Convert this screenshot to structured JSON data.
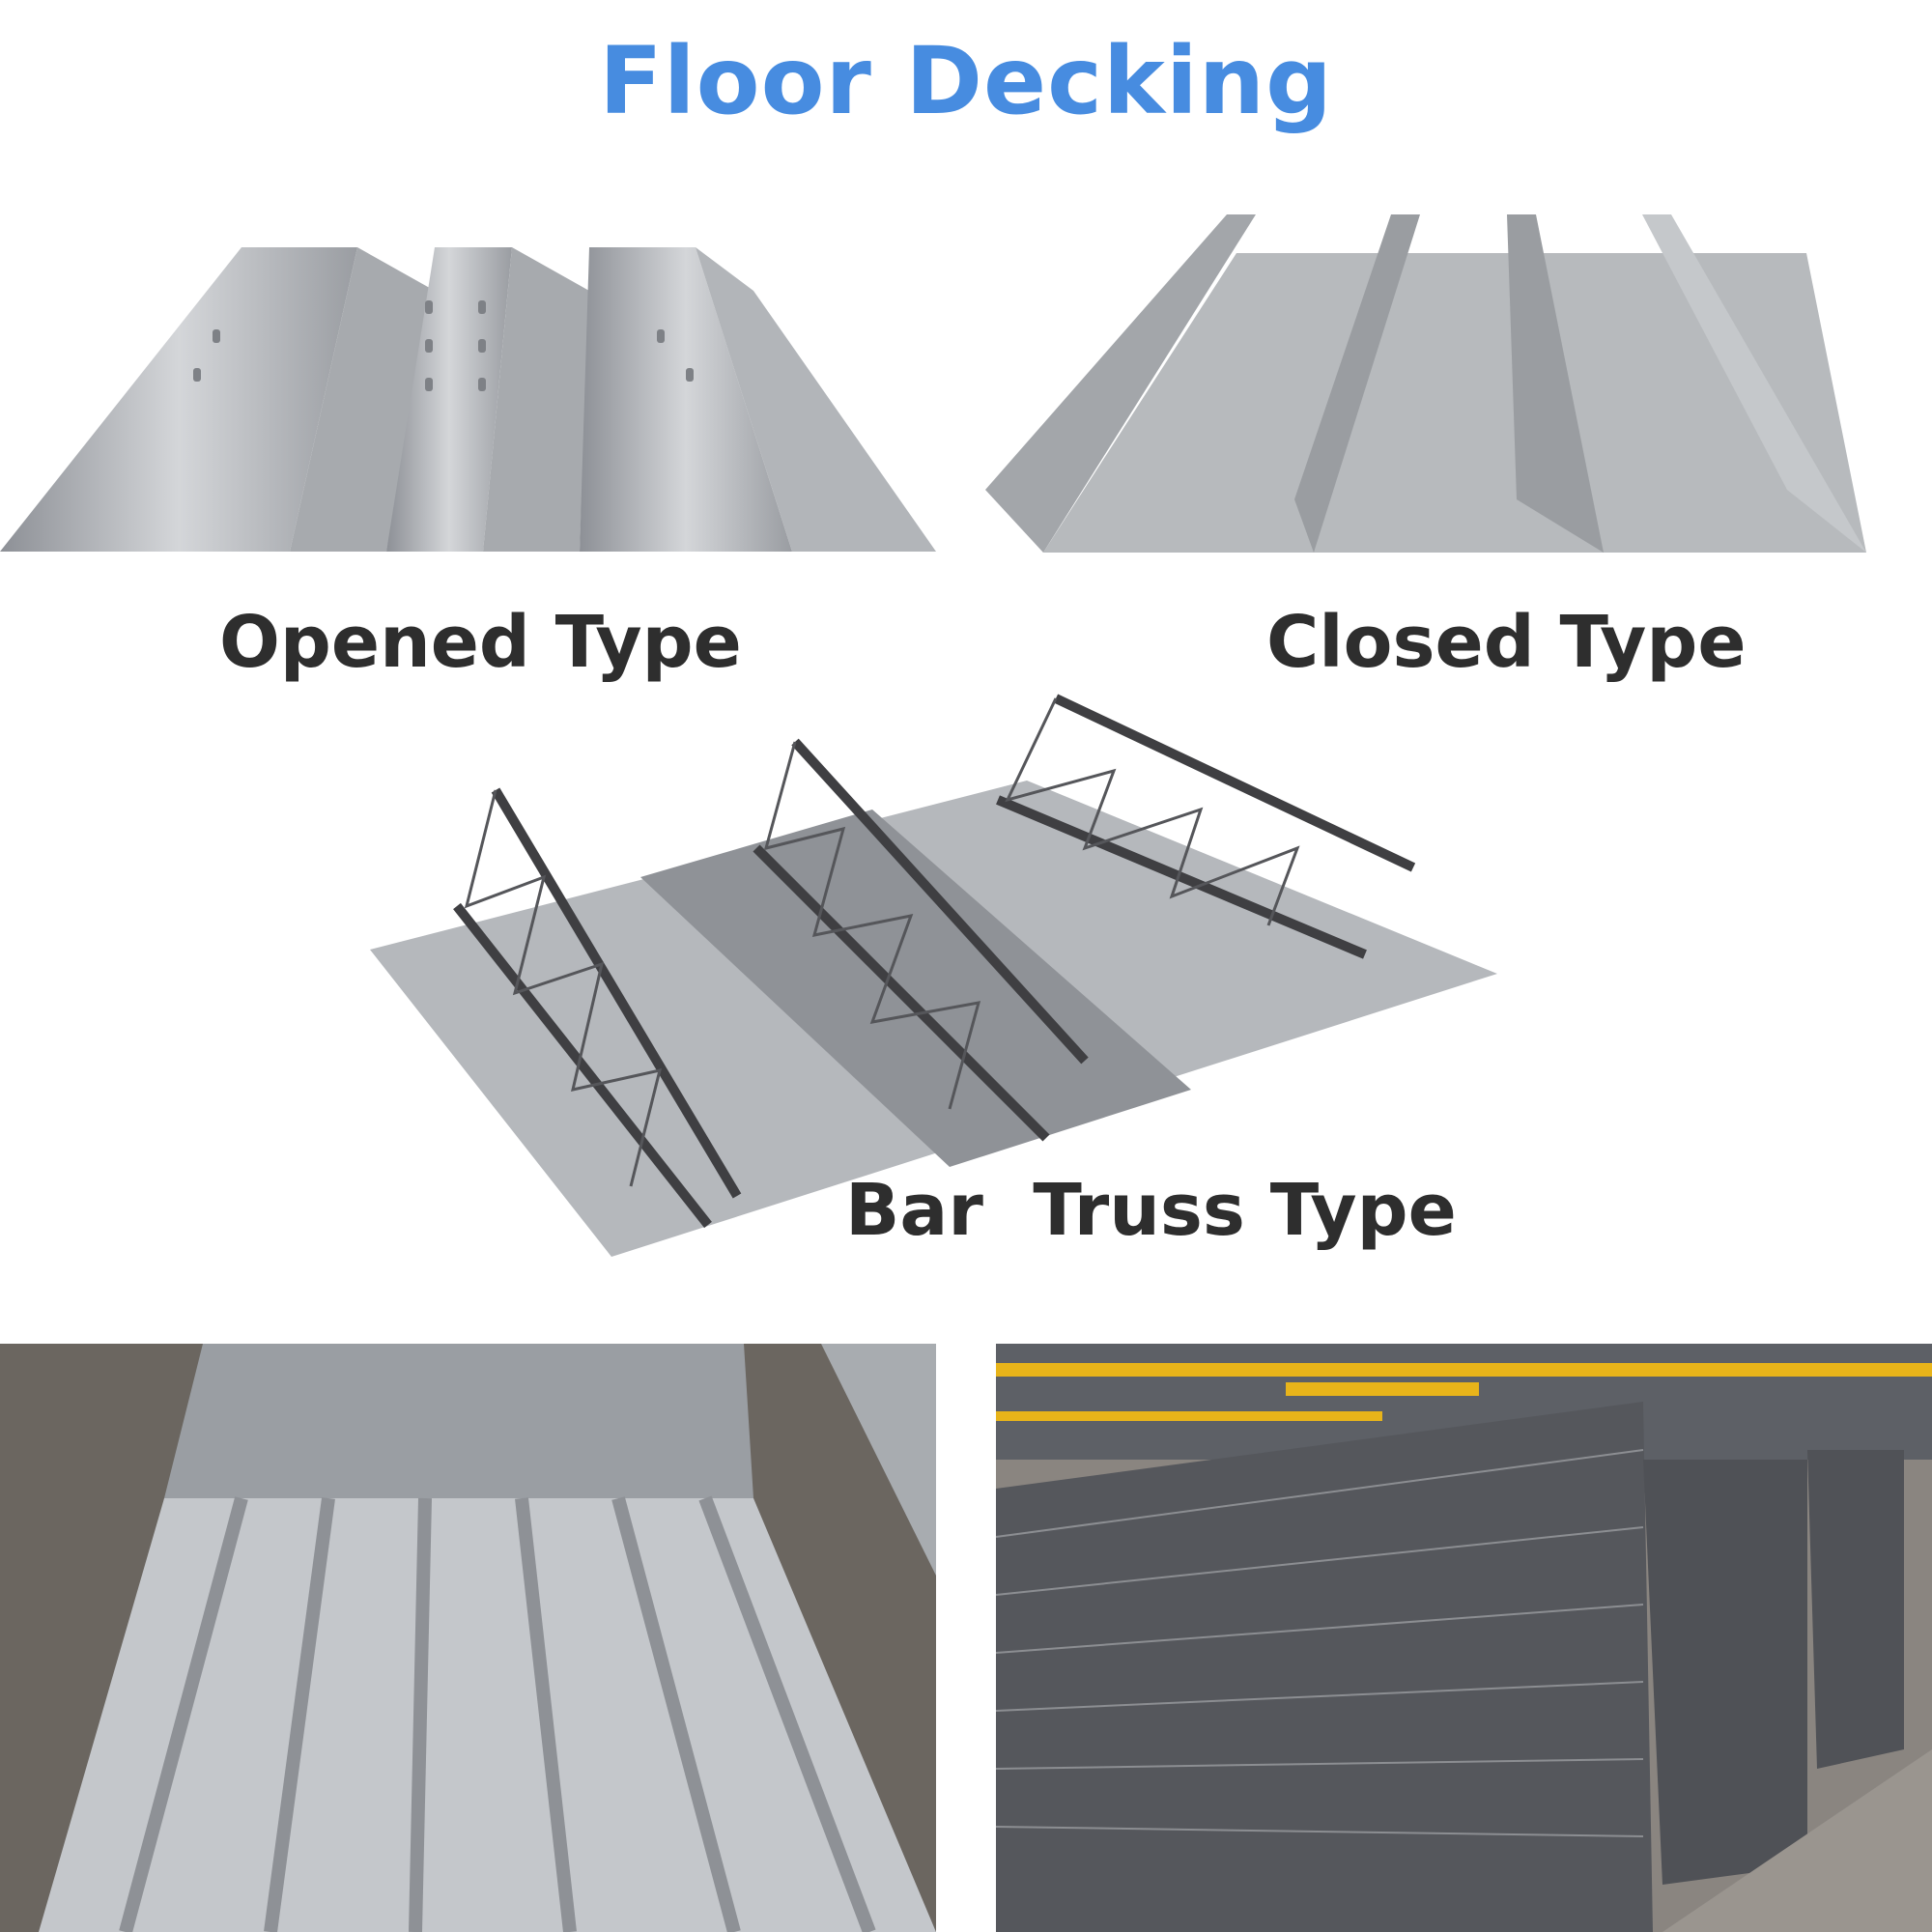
{
  "title": "Floor Decking",
  "types": [
    {
      "label": "Opened Type"
    },
    {
      "label": "Closed Type"
    },
    {
      "label": "Bar  Truss Type"
    }
  ],
  "colors": {
    "title": "#478ce0",
    "label": "#2e2e2e",
    "steel": "#b9bcc0",
    "floor": "#6b6660",
    "beam": "#e8b41a"
  }
}
